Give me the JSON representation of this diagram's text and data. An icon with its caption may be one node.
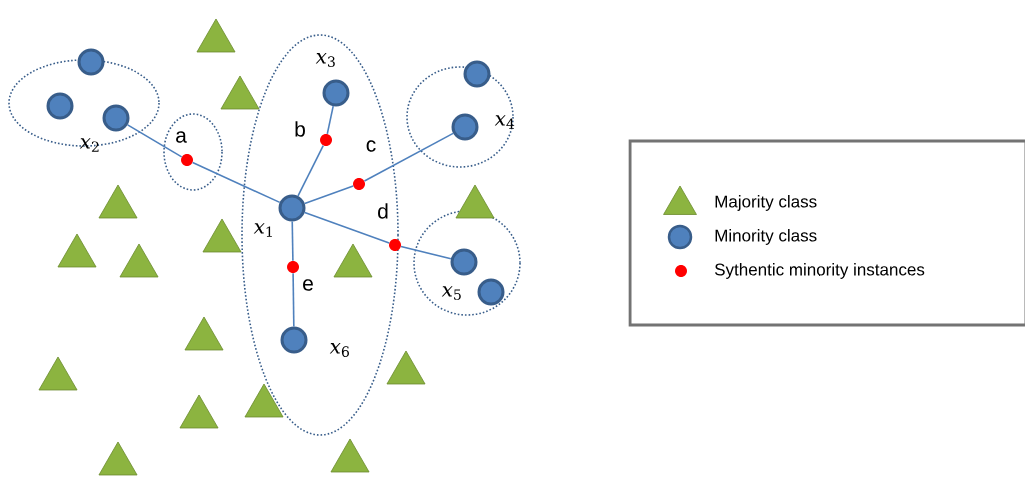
{
  "diagram": {
    "nodes": [
      {
        "text": [],
        "shape": "circle",
        "beside": [
          "*x*$_{1}$"
        ]
      },
      {
        "text": [],
        "shape": "circle",
        "beside": [
          "*x*$_{2}$"
        ]
      },
      {
        "text": [],
        "shape": "circle",
        "beside": [
          "*x*$_{3}$"
        ]
      },
      {
        "text": [],
        "shape": "circle",
        "beside": [
          "*x*$_{4}$"
        ]
      },
      {
        "text": [],
        "shape": "circle",
        "beside": [
          "*x*$_{5}$"
        ]
      },
      {
        "text": [],
        "shape": "circle",
        "beside": [
          "*x*$_{6}$"
        ]
      },
      {
        "text": [],
        "shape": "circle",
        "beside": [
          "a"
        ]
      },
      {
        "text": [],
        "shape": "circle",
        "beside": [
          "b"
        ]
      },
      {
        "text": [],
        "shape": "circle",
        "beside": [
          "c"
        ]
      },
      {
        "text": [],
        "shape": "circle",
        "beside": [
          "d"
        ]
      },
      {
        "text": [],
        "shape": "circle",
        "beside": [
          "e"
        ]
      },
      {
        "text": [],
        "shape": "circle"
      },
      {
        "text": [],
        "shape": "circle"
      },
      {
        "text": [],
        "shape": "circle"
      },
      {
        "text": [],
        "shape": "circle"
      }
    ],
    "edges": [
      {
        "from": 0,
        "to": 6,
        "arrow": "none"
      },
      {
        "from": 6,
        "to": 1,
        "arrow": "none"
      },
      {
        "from": 0,
        "to": 7,
        "arrow": "none"
      },
      {
        "from": 7,
        "to": 2,
        "arrow": "none"
      },
      {
        "from": 0,
        "to": 8,
        "arrow": "none"
      },
      {
        "from": 8,
        "to": 3,
        "arrow": "none"
      },
      {
        "from": 0,
        "to": 9,
        "arrow": "none"
      },
      {
        "from": 9,
        "to": 4,
        "arrow": "none"
      },
      {
        "from": 0,
        "to": 10,
        "arrow": "none"
      },
      {
        "from": 10,
        "to": 5,
        "arrow": "none"
      }
    ],
    "legend": [
      {
        "text": "Majority class"
      },
      {
        "text": "Minority class"
      },
      {
        "text": "Sythentic minority instances"
      }
    ]
  }
}
